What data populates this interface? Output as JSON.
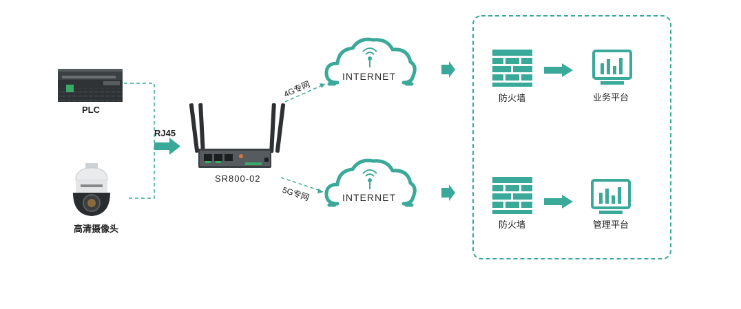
{
  "colors": {
    "accent": "#3aa99a",
    "device_dark": "#2d3133"
  },
  "devices": {
    "plc": {
      "label": "PLC",
      "icon": "plc-device-icon"
    },
    "camera": {
      "label": "高清摄像头",
      "icon": "ptz-camera-icon"
    },
    "router": {
      "label": "SR800-02",
      "icon": "router-icon"
    }
  },
  "links": {
    "rj45": "RJ45",
    "lte4g": "4G专网",
    "lte5g": "5G专网"
  },
  "clouds": [
    {
      "label": "INTERNET",
      "icon": "cloud-antenna-icon"
    },
    {
      "label": "INTERNET",
      "icon": "cloud-antenna-icon"
    }
  ],
  "secure_zone": {
    "firewall_top": "防火墙",
    "platform_top": "业务平台",
    "firewall_bottom": "防火墙",
    "platform_bottom": "管理平台"
  }
}
